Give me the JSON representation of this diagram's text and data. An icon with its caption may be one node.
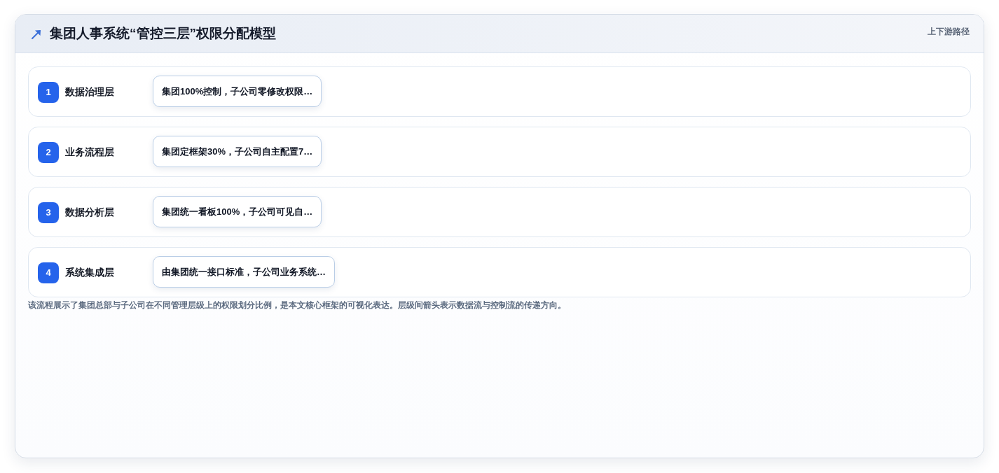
{
  "diagram": {
    "title": "集团人事系统“管控三层”权限分配模型",
    "caption": "该流程展示了集团总部与子公司在不同管理层级上的权限划分比例，是本文核心框架的可视化表达。层级间箭头表示数据流与控制流的传递方向。",
    "nodes": [
      {
        "text": [
          "数据治理层"
        ]
      },
      {
        "text": [
          "1"
        ],
        "in": 0
      },
      {
        "text": [
          "集团100%控制，子公司零修改权限…"
        ],
        "in": 0
      },
      {
        "text": [
          "业务流程层"
        ]
      },
      {
        "text": [
          "2"
        ],
        "in": 3
      },
      {
        "text": [
          "集团定框架30%，子公司自主配置7…"
        ],
        "in": 3
      },
      {
        "text": [
          "数据分析层"
        ]
      },
      {
        "text": [
          "3"
        ],
        "in": 6
      },
      {
        "text": [
          "集团统一看板100%，子公司可见自…"
        ],
        "in": 6
      },
      {
        "text": [
          "系统集成层"
        ]
      },
      {
        "text": [
          "4"
        ],
        "in": 9
      },
      {
        "text": [
          "由集团统一接口标准，子公司业务系统…"
        ],
        "in": 9
      }
    ],
    "labels": [
      "上下游路径"
    ]
  }
}
